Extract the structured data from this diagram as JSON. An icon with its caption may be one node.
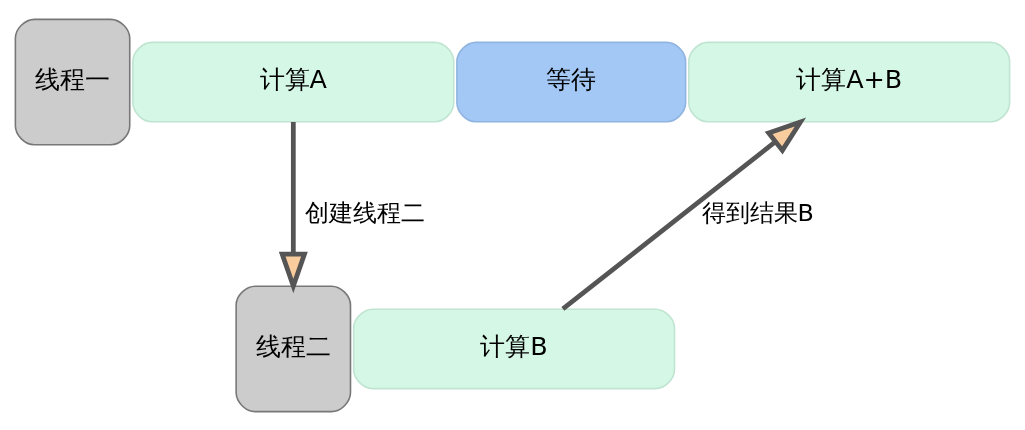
{
  "diagram": {
    "nodes": [
      {
        "text": [
          "线程一"
        ]
      },
      {
        "text": [
          "计算A"
        ]
      },
      {
        "text": [
          "等待"
        ]
      },
      {
        "text": [
          "计算A+B"
        ]
      },
      {
        "text": [
          "线程二"
        ]
      },
      {
        "text": [
          "计算B"
        ]
      }
    ],
    "edges": [
      {
        "from": 1,
        "to": 4,
        "arrow": "to",
        "label": "创建线程二"
      },
      {
        "from": 5,
        "to": 3,
        "arrow": "to",
        "label": "得到结果B"
      }
    ]
  }
}
